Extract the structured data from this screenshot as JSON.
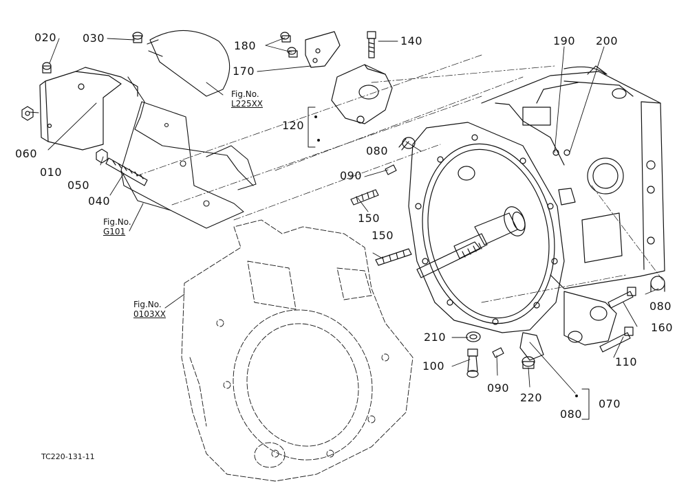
{
  "diagram": {
    "code": "TC220-131-11",
    "callouts": {
      "p020": "020",
      "p030": "030",
      "p060": "060",
      "p010": "010",
      "p050": "050",
      "p040": "040",
      "p180": "180",
      "p170": "170",
      "p140": "140",
      "p120": "120",
      "p190": "190",
      "p200": "200",
      "p080a": "080",
      "p090a": "090",
      "p150a": "150",
      "p150b": "150",
      "p210": "210",
      "p100": "100",
      "p090b": "090",
      "p220": "220",
      "p080b": "080",
      "p070": "070",
      "p080c": "080",
      "p160": "160",
      "p110": "110"
    },
    "refs": {
      "fig_label": "Fig.No.",
      "r1": "L225XX",
      "r2": "G101",
      "r3": "0103XX"
    }
  }
}
